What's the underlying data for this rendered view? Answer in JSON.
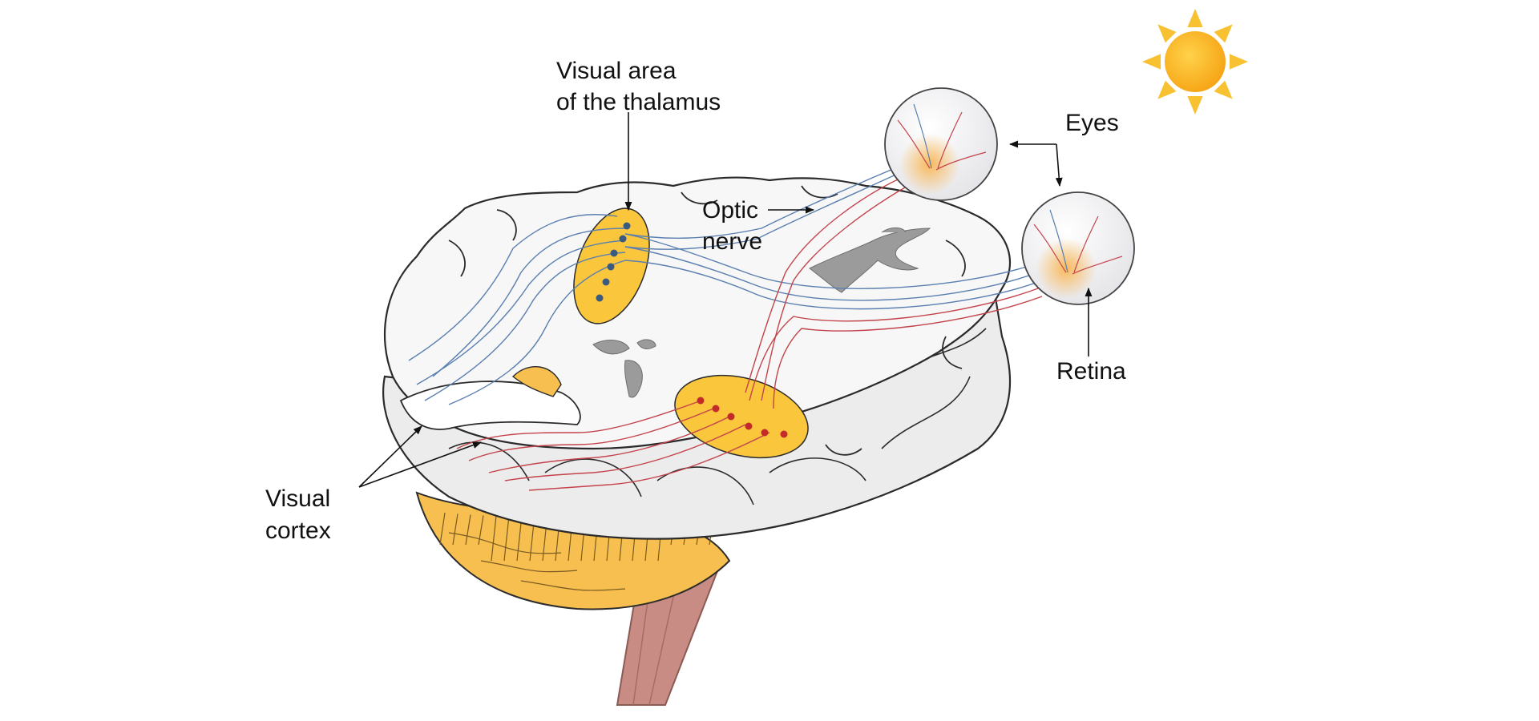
{
  "labels": {
    "thalamus": [
      "Visual area",
      "of the thalamus"
    ],
    "optic_nerve": [
      "Optic",
      "nerve"
    ],
    "eyes": "Eyes",
    "retina": "Retina",
    "visual_cortex": [
      "Visual",
      "cortex"
    ]
  },
  "colors": {
    "brain_fill": "#f5f5f5",
    "brain_outline": "#2b2b2b",
    "nucleus_fill": "#f9c63c",
    "cerebellum_fill": "#f6bf4f",
    "brainstem_fill": "#c98c84",
    "ventricle_fill": "#9b9b9b",
    "left_pathway": "#5a7fb0",
    "right_pathway": "#c4434b",
    "left_dot": "#3a5a80",
    "right_dot": "#c42a2a",
    "sun_core": "#f8b520",
    "sun_ray": "#f8c131"
  },
  "icons": [
    "sun-icon",
    "eye-icon",
    "arrow-icon"
  ]
}
